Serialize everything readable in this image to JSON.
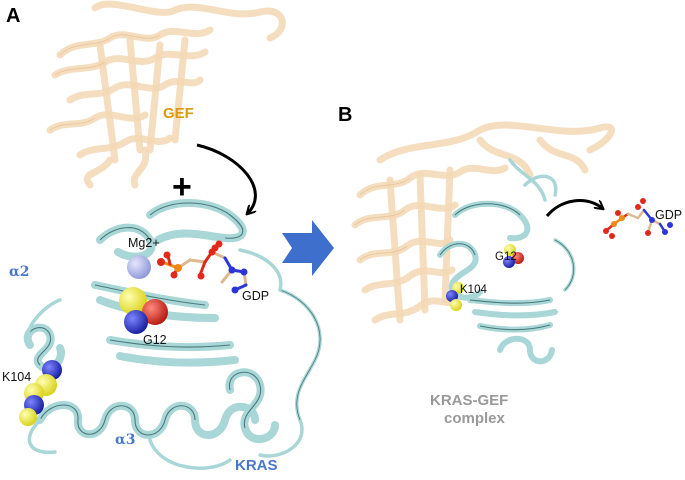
{
  "panels": {
    "a": {
      "letter": "A"
    },
    "b": {
      "letter": "B"
    }
  },
  "labels": {
    "gef": "GEF",
    "plus": "+",
    "mg": "Mg2+",
    "gdp_a": "GDP",
    "g12_a": "G12",
    "alpha2": "α2",
    "alpha3": "α3",
    "k104_a": "K104",
    "kras": "KRAS",
    "gdp_b": "GDP",
    "g12_b": "G12",
    "k104_b": "K104",
    "complex_line1": "KRAS-GEF",
    "complex_line2": "complex"
  },
  "colors": {
    "gef_ribbon": "#f3d8b4",
    "gef_label": "#d99a0e",
    "kras_ribbon": "#a9d6d6",
    "kras_label": "#4a78c8",
    "helix_label": "#4a78c8",
    "complex_label": "#999999",
    "transition_arrow": "#3f6fcc",
    "magnesium": "#aeb4e6",
    "sulfur": "#f3ee2a",
    "nitrogen": "#2c35d6",
    "oxygen": "#e0281b"
  },
  "icons": {
    "transition_arrow": "block-right-arrow-icon",
    "binding_arrow": "curved-arrow-icon",
    "release_arrow": "curved-arrow-icon"
  }
}
